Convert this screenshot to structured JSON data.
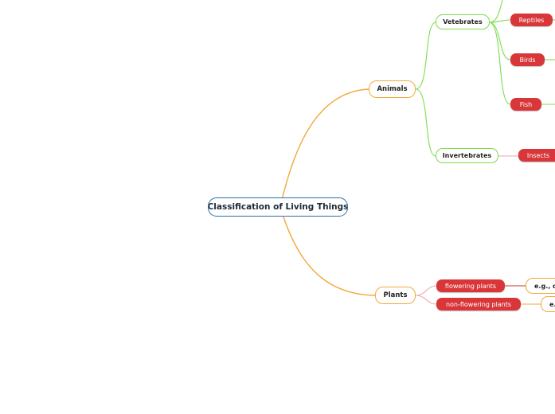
{
  "diagram": {
    "root": {
      "label": "Classification of Living Things"
    },
    "animals": {
      "label": "Animals",
      "vertebrates": {
        "label": "Vetebrates",
        "reptiles": {
          "label": "Reptiles"
        },
        "birds": {
          "label": "Birds"
        },
        "fish": {
          "label": "Fish"
        }
      },
      "invertebrates": {
        "label": "Invertebrates",
        "insects": {
          "label": "Insects"
        }
      }
    },
    "plants": {
      "label": "Plants",
      "flowering": {
        "label": "flowering plants",
        "example": "e.g., da"
      },
      "non_flowering": {
        "label": "non-flowering plants",
        "example": "e."
      }
    }
  },
  "colors": {
    "root_border": "#2f6fa7",
    "main_branch": "#f2a93b",
    "vertebrate_branch": "#7ddc4a",
    "invertebrate_branch": "#f0a5a8",
    "leaf_fill": "#d9363a",
    "flowering_link": "#c0392b"
  }
}
